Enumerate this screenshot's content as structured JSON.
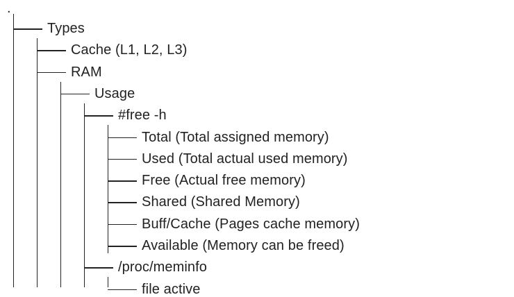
{
  "tree": {
    "root": ".",
    "nodes": [
      {
        "label": "Types",
        "depth": 0
      },
      {
        "label": "Cache (L1, L2, L3)",
        "depth": 1
      },
      {
        "label": "RAM",
        "depth": 1
      },
      {
        "label": "Usage",
        "depth": 2
      },
      {
        "label": "#free -h",
        "depth": 3
      },
      {
        "label": "Total (Total assigned memory)",
        "depth": 4
      },
      {
        "label": "Used (Total actual used memory)",
        "depth": 4
      },
      {
        "label": "Free (Actual free memory)",
        "depth": 4
      },
      {
        "label": "Shared (Shared Memory)",
        "depth": 4
      },
      {
        "label": "Buff/Cache (Pages cache memory)",
        "depth": 4
      },
      {
        "label": "Available (Memory can be freed)",
        "depth": 4
      },
      {
        "label": "/proc/meminfo",
        "depth": 3
      },
      {
        "label": "file active",
        "depth": 4
      }
    ]
  }
}
